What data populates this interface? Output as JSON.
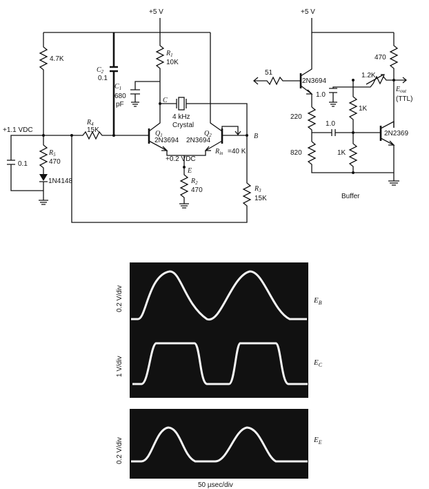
{
  "circuit": {
    "supply_left": "+5 V",
    "supply_right": "+5 V",
    "r_top_left": "4.7K",
    "c2_label": "C",
    "c2_sub": "2",
    "c2_value": "0.1",
    "c1_label": "C",
    "c1_sub": "1",
    "c1_value_line1": "680",
    "c1_value_line2": "pF",
    "r1_label": "R",
    "r1_sub": "1",
    "r1_value": "10K",
    "node_c": "C",
    "crystal_line1": "4 kHz",
    "crystal_line2": "Crystal",
    "q1_label": "Q",
    "q1_sub": "1",
    "q1_part": "2N3694",
    "q2_label": "Q",
    "q2_sub": "2",
    "q2_part": "2N3694",
    "node_b": "B",
    "rin_label": "R",
    "rin_sub": "in",
    "rin_value": "=40 K",
    "bias_left": "+1.1 VDC",
    "r4_label": "R",
    "r4_sub": "4",
    "r4_value": "15K",
    "emitter_bias": "+0.2 VDC",
    "node_e": "E",
    "r5_label": "R",
    "r5_sub": "5",
    "r5_value": "470",
    "c_left_value": "0.1",
    "diode_part": "1N4148",
    "r2_label": "R",
    "r2_sub": "2",
    "r2_value": "470",
    "r3_label": "R",
    "r3_sub": "3",
    "r3_value": "15K"
  },
  "buffer": {
    "r_51": "51",
    "q_part_top": "2N3694",
    "r_470": "470",
    "r_1_2k": "1.2K",
    "eout_label": "E",
    "eout_sub": "out",
    "eout_ttl": "(TTL)",
    "c_1_0_top": "1.0",
    "r_1k_upper": "1K",
    "r_220": "220",
    "c_1_0_mid": "1.0",
    "q_part_out": "2N2369",
    "r_820": "820",
    "r_1k_lower": "1K",
    "title": "Buffer"
  },
  "scope": {
    "panels": [
      {
        "y_scale": "0.2 V/div",
        "trace_label": "E",
        "trace_sub": "B"
      },
      {
        "y_scale": "1 V/div",
        "trace_label": "E",
        "trace_sub": "C"
      },
      {
        "y_scale": "0.2 V/div",
        "trace_label": "E",
        "trace_sub": "E"
      }
    ],
    "x_scale": "50 µsec/div"
  }
}
